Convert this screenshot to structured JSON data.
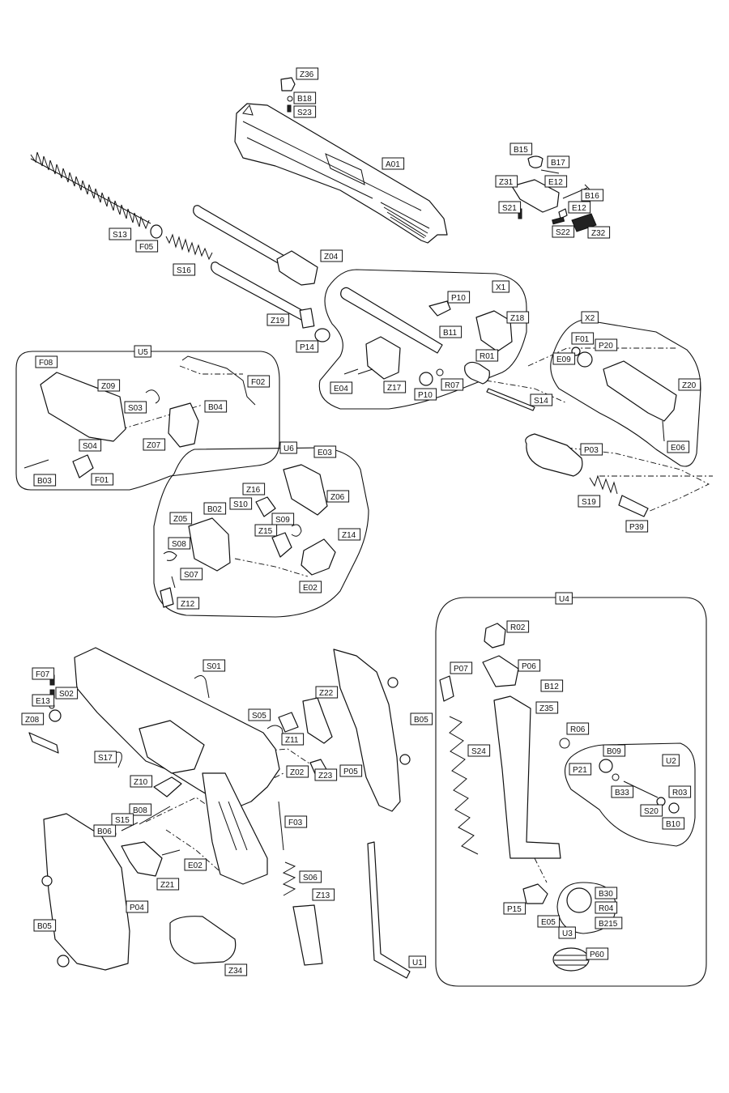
{
  "labels": {
    "Z36": "Z36",
    "B18": "B18",
    "S23": "S23",
    "A01": "A01",
    "S13": "S13",
    "F05": "F05",
    "S16": "S16",
    "Z04": "Z04",
    "Z19": "Z19",
    "P14": "P14",
    "B15": "B15",
    "B17": "B17",
    "Z31": "Z31",
    "E12a": "E12",
    "E12b": "E12",
    "B16": "B16",
    "S21": "S21",
    "S22": "S22",
    "Z32": "Z32",
    "X1": "X1",
    "P10a": "P10",
    "B11": "B11",
    "Z18": "Z18",
    "R01": "R01",
    "E04": "E04",
    "Z17": "Z17",
    "P10b": "P10",
    "R07": "R07",
    "X2": "X2",
    "F01x": "F01",
    "P20": "P20",
    "E09": "E09",
    "Z20": "Z20",
    "E06": "E06",
    "S14": "S14",
    "P03": "P03",
    "S19": "S19",
    "P39": "P39",
    "U5": "U5",
    "F08": "F08",
    "Z09": "Z09",
    "S03": "S03",
    "F02a": "F02",
    "B04": "B04",
    "S04": "S04",
    "Z07": "Z07",
    "B03": "B03",
    "F01": "F01",
    "U6": "U6",
    "E03": "E03",
    "Z16": "Z16",
    "Z06": "Z06",
    "B02": "B02",
    "S10": "S10",
    "Z05": "Z05",
    "S09": "S09",
    "Z15": "Z15",
    "Z14": "Z14",
    "S08": "S08",
    "S07": "S07",
    "E02a": "E02",
    "Z12": "Z12",
    "U4": "U4",
    "R02": "R02",
    "P07": "P07",
    "P06": "P06",
    "B12": "B12",
    "Z35": "Z35",
    "R06": "R06",
    "B09": "B09",
    "U2": "U2",
    "P21": "P21",
    "R03": "R03",
    "B33": "B33",
    "S20": "S20",
    "B10": "B10",
    "S24": "S24",
    "B30": "B30",
    "P15": "P15",
    "R04": "R04",
    "E05": "E05",
    "U3": "U3",
    "B215": "B215",
    "P60": "P60",
    "S01": "S01",
    "F07": "F07",
    "S02": "S02",
    "E13": "E13",
    "Z08": "Z08",
    "Z22": "Z22",
    "S05": "S05",
    "Z11": "Z11",
    "B05a": "B05",
    "S17": "S17",
    "Z02": "Z02",
    "Z23": "Z23",
    "P05": "P05",
    "Z10": "Z10",
    "B08": "B08",
    "F03": "F03",
    "S15": "S15",
    "B06": "B06",
    "E02b": "E02",
    "Z21": "Z21",
    "S06": "S06",
    "P04": "P04",
    "Z13": "Z13",
    "B05b": "B05",
    "Z34": "Z34",
    "U1": "U1"
  }
}
